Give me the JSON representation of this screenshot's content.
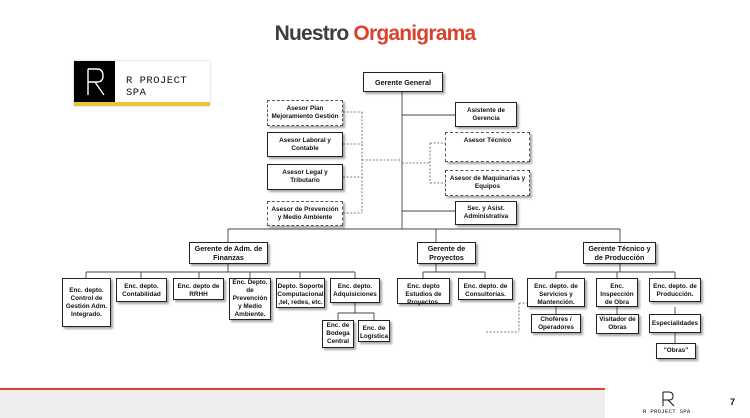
{
  "title": {
    "part1": "Nuestro ",
    "part2": "Organigrama"
  },
  "logo": {
    "name": "R PROJECT SPA"
  },
  "nodes": {
    "gerente_general": "Gerente General",
    "asesor_plan": "Asesor Plan Mejoramiento Gestión",
    "asesor_laboral": "Asesor Laboral y Contable",
    "asesor_legal": "Asesor Legal y Tributario",
    "asesor_prevencion": "Asesor de Prevención y Medio Ambiente",
    "asistente": "Asistente de Gerencia",
    "asesor_tecnico": "Asesor Técnico",
    "asesor_maquinarias": "Asesor de Maquinarias y Equipos",
    "sec_asist": "Sec. y Asist. Administrativa",
    "gerente_finanzas": "Gerente de Adm. de Finanzas",
    "gerente_proyectos": "Gerente de Proyectos",
    "gerente_tecnico": "Gerente Técnico y de Producción",
    "enc_control": "Enc. depto. Control de Gestión Adm. Integrado.",
    "enc_contabilidad": "Enc. depto. Contabilidad",
    "enc_rrhh": "Enc. depto de RRHH",
    "enc_prevencion": "Enc. Depto. de Prevención y Medio Ambiente.",
    "depto_soporte": "Depto. Soporte Computacional ,tel, redes, etc.",
    "enc_adquisiciones": "Enc. depto. Adquisiciones",
    "enc_bodega": "Enc. de Bodega Central",
    "enc_logistica": "Enc. de Logística",
    "enc_estudios": "Enc. depto Estudios de Proyectos.",
    "enc_consultorias": "Enc. depto. de Consultorías.",
    "enc_servicios": "Enc. depto. de Servicios y Mantención.",
    "choferes": "Choferes / Operadores",
    "enc_inspeccion": "Enc. Inspección de Obra",
    "visitador": "Visitador de Obras",
    "enc_produccion": "Enc. depto. de Producción.",
    "especialidades": "Especialidades",
    "obras": "\"Obras\""
  },
  "footer": {
    "logo_name": "R PROJECT SPA",
    "page_number": "7"
  },
  "colors": {
    "accent": "#d9432e",
    "logo_bar": "#e9c43a",
    "footer_bg": "#eeeeee"
  }
}
